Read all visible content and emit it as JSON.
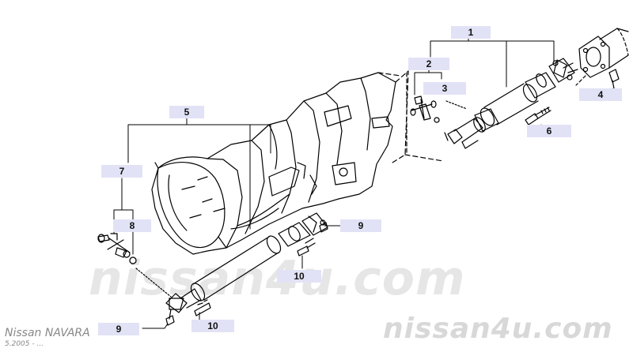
{
  "diagram": {
    "callouts": [
      {
        "id": "1",
        "label": "1"
      },
      {
        "id": "2",
        "label": "2"
      },
      {
        "id": "3",
        "label": "3"
      },
      {
        "id": "4",
        "label": "4"
      },
      {
        "id": "5",
        "label": "5"
      },
      {
        "id": "6",
        "label": "6"
      },
      {
        "id": "7",
        "label": "7"
      },
      {
        "id": "8",
        "label": "8"
      },
      {
        "id": "9a",
        "label": "9"
      },
      {
        "id": "9b",
        "label": "9"
      },
      {
        "id": "10a",
        "label": "10"
      },
      {
        "id": "10b",
        "label": "10"
      }
    ],
    "colors": {
      "callout_bg": "#e2e2f6",
      "line": "#000000",
      "watermark": "#e6e6e6"
    }
  },
  "watermark": {
    "center": "nissan4u.com",
    "corner": "nissan4u.com"
  },
  "footer": {
    "model": "Nissan NAVARA",
    "date_range": "5.2005 - ..."
  }
}
